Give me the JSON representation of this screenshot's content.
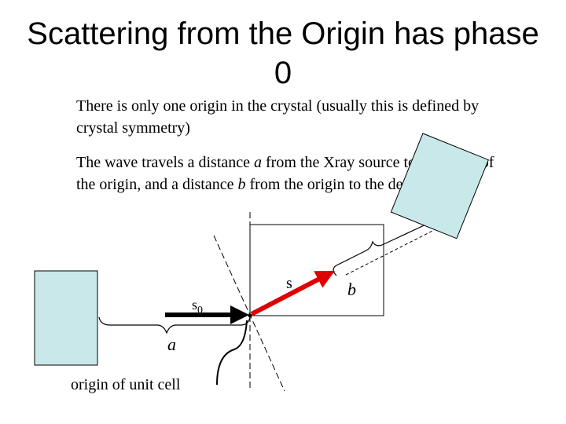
{
  "title": "Scattering from the Origin has phase 0",
  "paragraphs": {
    "p1": "There is only one origin in the crystal (usually this is defined by crystal symmetry)",
    "p2": {
      "part1": "The wave travels a distance ",
      "var_a": "a",
      "part2": " from the Xray source to the plane of the origin, and a distance ",
      "var_b": "b",
      "part3": " from the origin to the detector."
    }
  },
  "diagram": {
    "label_s0_base": "s",
    "label_s0_sub": "0",
    "label_s": "s",
    "label_a": "a",
    "label_b": "b",
    "label_origin": "origin of unit cell",
    "colors": {
      "source_fill": "#c9e8ea",
      "detector_fill": "#c9e8ea",
      "incident_arrow": "#000000",
      "scattered_arrow": "#e00000"
    }
  }
}
